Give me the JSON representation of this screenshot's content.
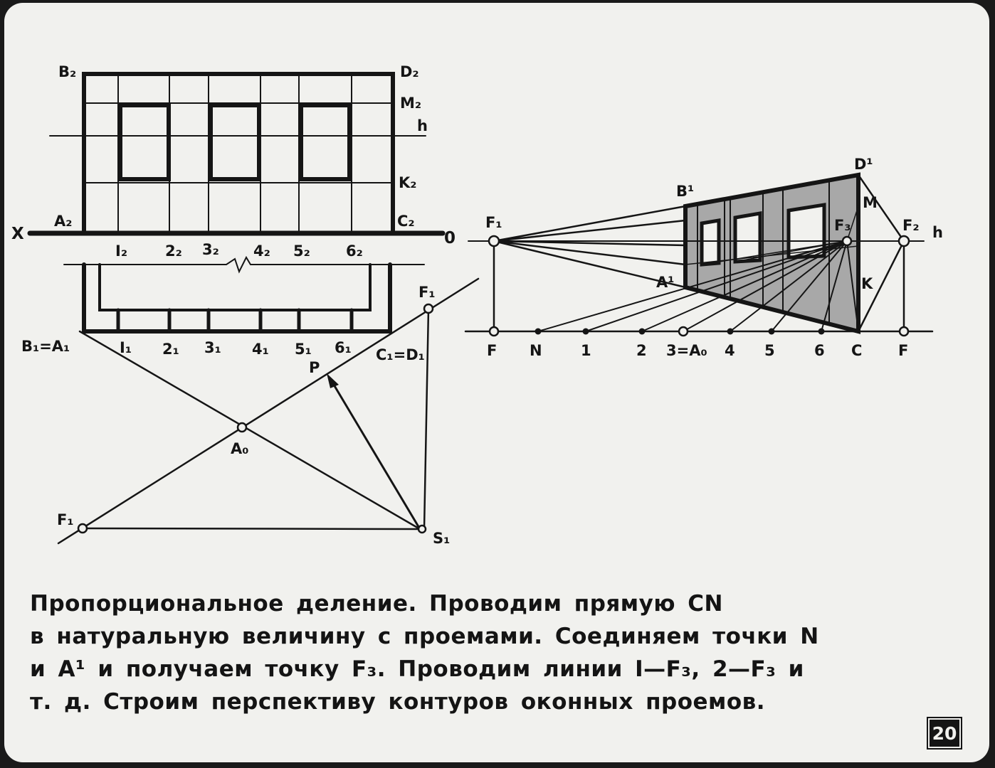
{
  "labels": {
    "b2": "B₂",
    "d2": "D₂",
    "m2": "M₂",
    "h_top": "h",
    "k2": "K₂",
    "a2": "A₂",
    "c2": "C₂",
    "x": "X",
    "o": "0",
    "t12": "I₂",
    "t22": "2₂",
    "t32": "3₂",
    "t42": "4₂",
    "t52": "5₂",
    "t62": "6₂",
    "b1a1": "B₁=A₁",
    "t11": "I₁",
    "t21": "2₁",
    "t31": "3₁",
    "t41": "4₁",
    "t51": "5₁",
    "t61": "6₁",
    "c1d1": "C₁=D₁",
    "f1_plan": "F₁",
    "p": "P",
    "a0": "A₀",
    "f1_low": "F₁",
    "s1": "S₁",
    "f1_persp": "F₁",
    "b_prime": "B¹",
    "d_prime": "D¹",
    "m": "M",
    "f3": "F₃",
    "f2": "F₂",
    "h_right": "h",
    "a_prime": "A¹",
    "k": "K",
    "f_left": "F",
    "n": "N",
    "n1": "1",
    "n2": "2",
    "n3a0": "3=A₀",
    "n4": "4",
    "n5": "5",
    "n6": "6",
    "c": "C",
    "f_right": "F"
  },
  "caption": {
    "lead": "Пропорциональное деление.",
    "line1_rest": " Проводим  прямую  CN",
    "line2": "в  натуральную  величину  с  проемами.  Соединяем  точки  N",
    "line3": "и  A¹  и  получаем  точку  F₃.  Проводим  линии  I—F₃,  2—F₃  и",
    "line4": "т. д.  Строим  перспективу  контуров  оконных  проемов."
  },
  "slide_number": "20",
  "colors": {
    "ink": "#151515",
    "paper": "#f1f1ee",
    "shade": "#a8a8a8"
  }
}
